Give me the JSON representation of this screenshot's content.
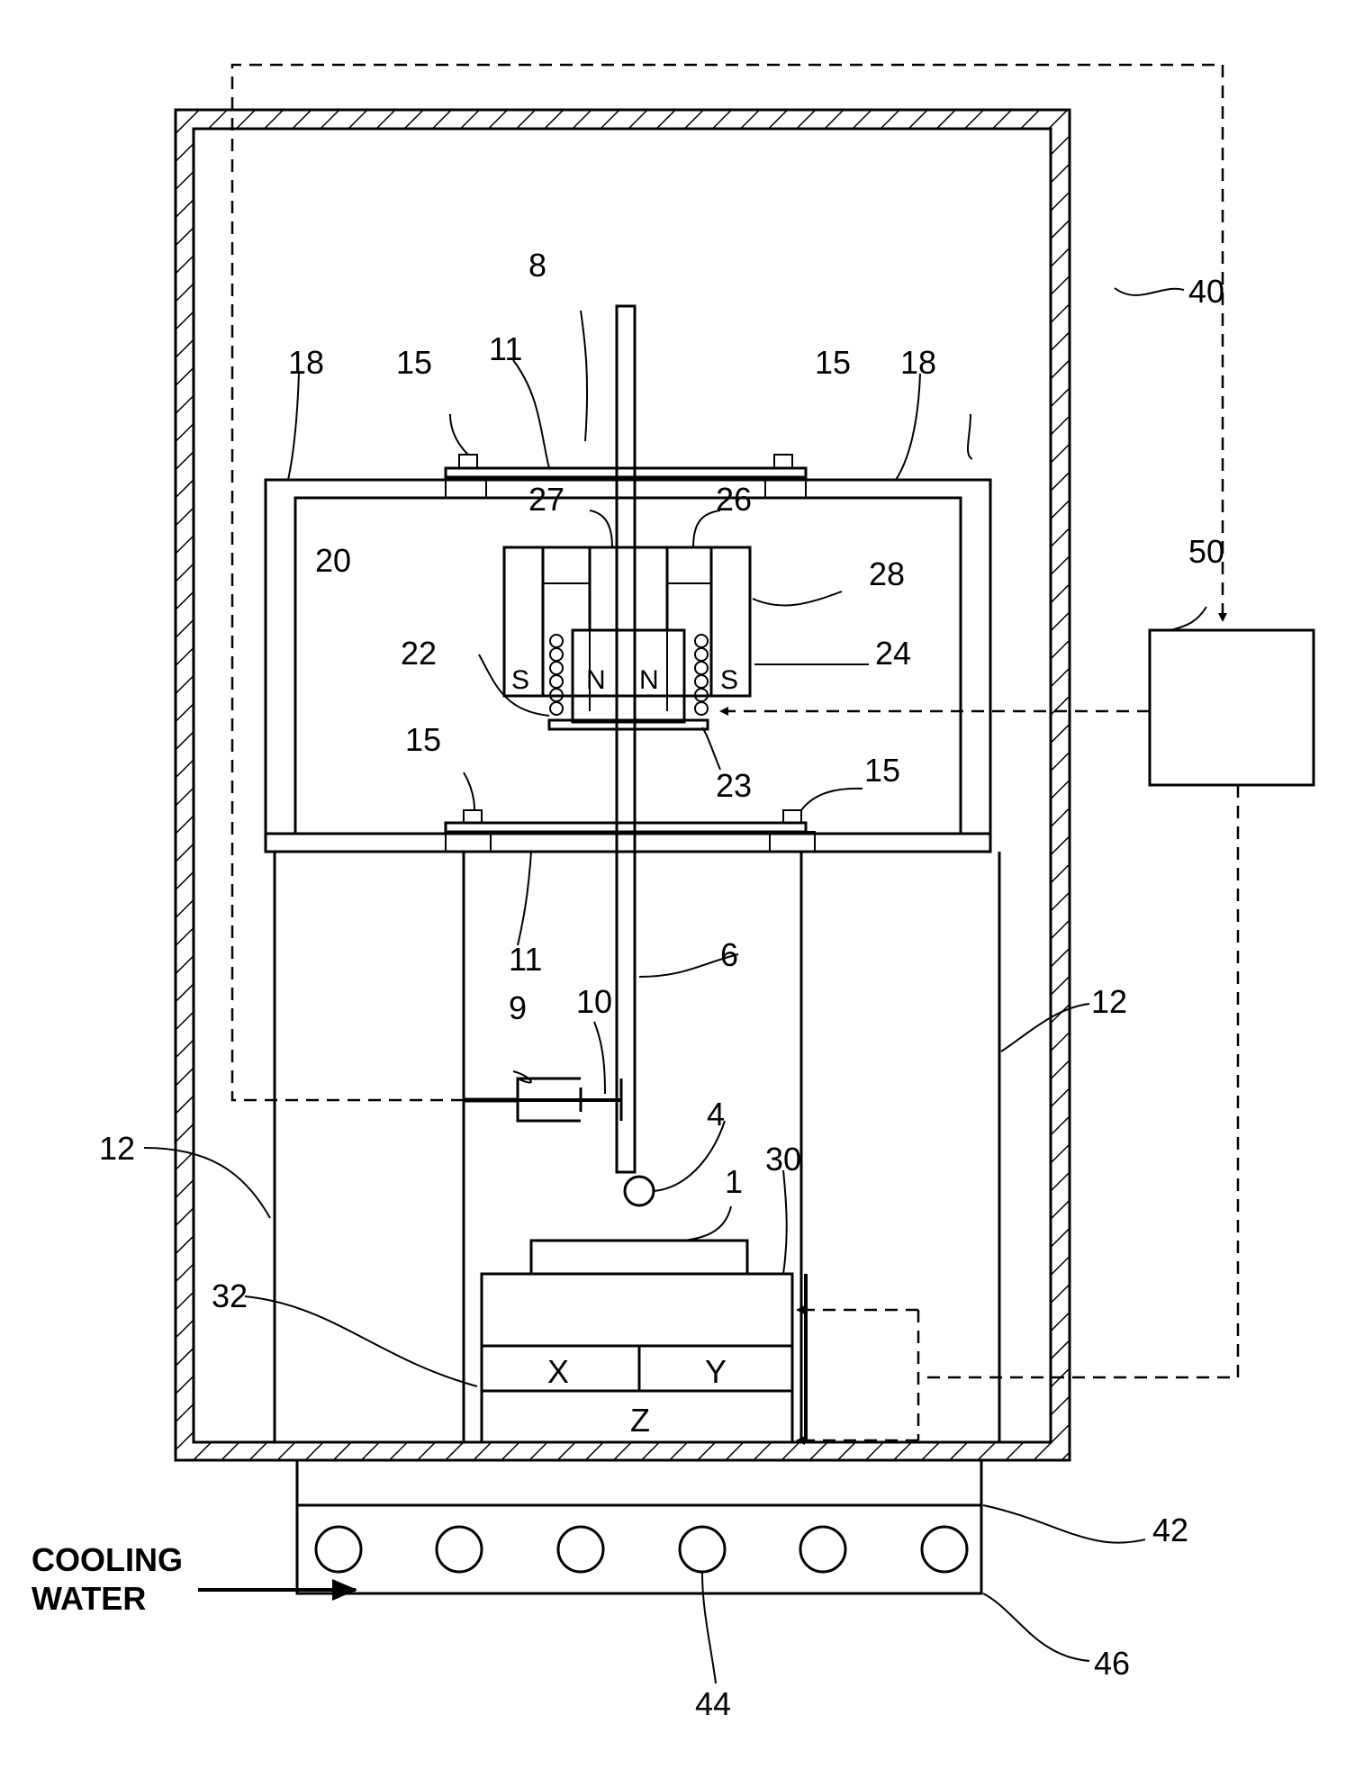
{
  "labels": {
    "l1": "1",
    "l4": "4",
    "l6": "6",
    "l8": "8",
    "l9": "9",
    "l10": "10",
    "l11a": "11",
    "l11b": "11",
    "l12a": "12",
    "l12b": "12",
    "l15a": "15",
    "l15b": "15",
    "l15c": "15",
    "l15d": "15",
    "l18a": "18",
    "l18b": "18",
    "l20": "20",
    "l22": "22",
    "l23": "23",
    "l24": "24",
    "l26": "26",
    "l27": "27",
    "l28": "28",
    "l30": "30",
    "l32": "32",
    "l40": "40",
    "l42": "42",
    "l44": "44",
    "l46": "46",
    "l50": "50"
  },
  "poles": {
    "s_left": "S",
    "n_left": "N",
    "n_right": "N",
    "s_right": "S"
  },
  "stage_axes": {
    "x": "X",
    "y": "Y",
    "z": "Z"
  },
  "cooling": {
    "line1": "COOLING",
    "line2": "WATER"
  }
}
